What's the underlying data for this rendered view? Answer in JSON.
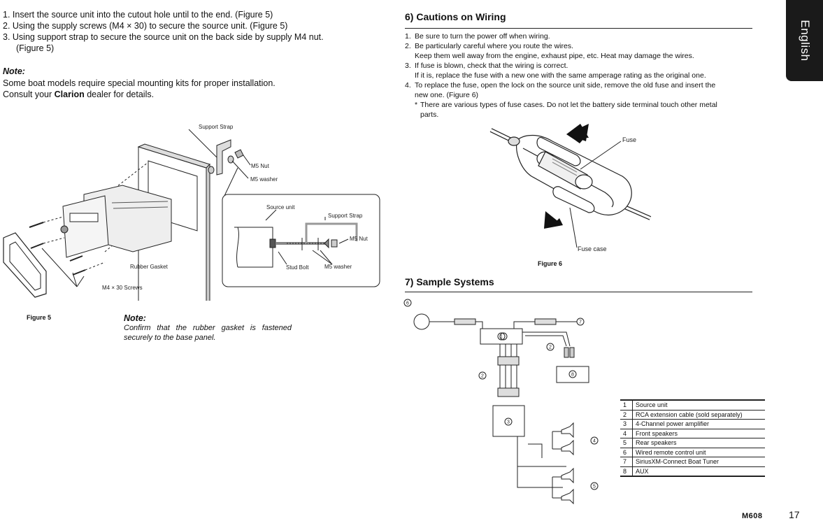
{
  "install_steps": [
    "1. Insert the source unit into the cutout hole until to the end. (Figure 5)",
    "2. Using the supply screws (M4 × 30) to secure the source unit. (Figure 5)",
    "3. Using support strap to secure the source unit on the back side by supply M4 nut.",
    "(Figure 5)"
  ],
  "note1": {
    "heading": "Note:",
    "line1": "Some boat models require special mounting kits for proper installation.",
    "line2_prefix": "Consult your ",
    "brand": "Clarion",
    "line2_suffix": " dealer for details."
  },
  "figure5": {
    "caption": "Figure 5",
    "labels": {
      "support_strap": "Support Strap",
      "m5_nut": "M5 Nut",
      "m5_washer": "M5 washer",
      "rubber_gasket": "Rubber Gasket",
      "screws": "M4 × 30 Screws",
      "source_unit": "Source unit",
      "detail_support_strap": "Support Strap",
      "detail_m5_nut": "M5 Nut",
      "stud_bolt": "Stud Bolt",
      "detail_m5_washer": "M5 washer"
    }
  },
  "note2": {
    "heading": "Note:",
    "text": "Confirm that the rubber gasket is fastened securely to the base panel."
  },
  "wiring": {
    "title": "6) Cautions on Wiring",
    "items": [
      {
        "num": "1.",
        "text": "Be sure to turn the power off when wiring."
      },
      {
        "num": "2.",
        "text": "Be particularly careful where you route the wires."
      },
      {
        "num": "",
        "text": "Keep them well away from the engine, exhaust pipe, etc. Heat may damage the wires."
      },
      {
        "num": "3.",
        "text": "If fuse is blown, check that the wiring is correct."
      },
      {
        "num": "",
        "text": "If it is, replace the fuse with a new one with the same amperage rating as the original one."
      },
      {
        "num": "4.",
        "text": "To replace the fuse, open the lock on the source unit side, remove the old fuse and insert the"
      },
      {
        "num": "",
        "text": "new one. (Figure 6)"
      }
    ],
    "star_symbol": "*",
    "star_line1": "There are various types of fuse cases. Do not let the battery side terminal touch other metal",
    "star_line2": "parts."
  },
  "figure6": {
    "caption": "Figure 6",
    "fuse": "Fuse",
    "fuse_case": "Fuse case"
  },
  "samples": {
    "title": "7) Sample Systems",
    "markers": [
      "1",
      "2",
      "3",
      "4",
      "5",
      "6",
      "7",
      "8"
    ],
    "legend": [
      {
        "n": "1",
        "t": "Source unit"
      },
      {
        "n": "2",
        "t": "RCA extension cable (sold separately)"
      },
      {
        "n": "3",
        "t": "4-Channel power amplifier"
      },
      {
        "n": "4",
        "t": "Front speakers"
      },
      {
        "n": "5",
        "t": "Rear speakers"
      },
      {
        "n": "6",
        "t": "Wired remote control unit"
      },
      {
        "n": "7",
        "t": "SiriusXM-Connect Boat Tuner"
      },
      {
        "n": "8",
        "t": "AUX"
      }
    ]
  },
  "side_tab": "English",
  "footer": {
    "model": "M608",
    "page": "17"
  }
}
